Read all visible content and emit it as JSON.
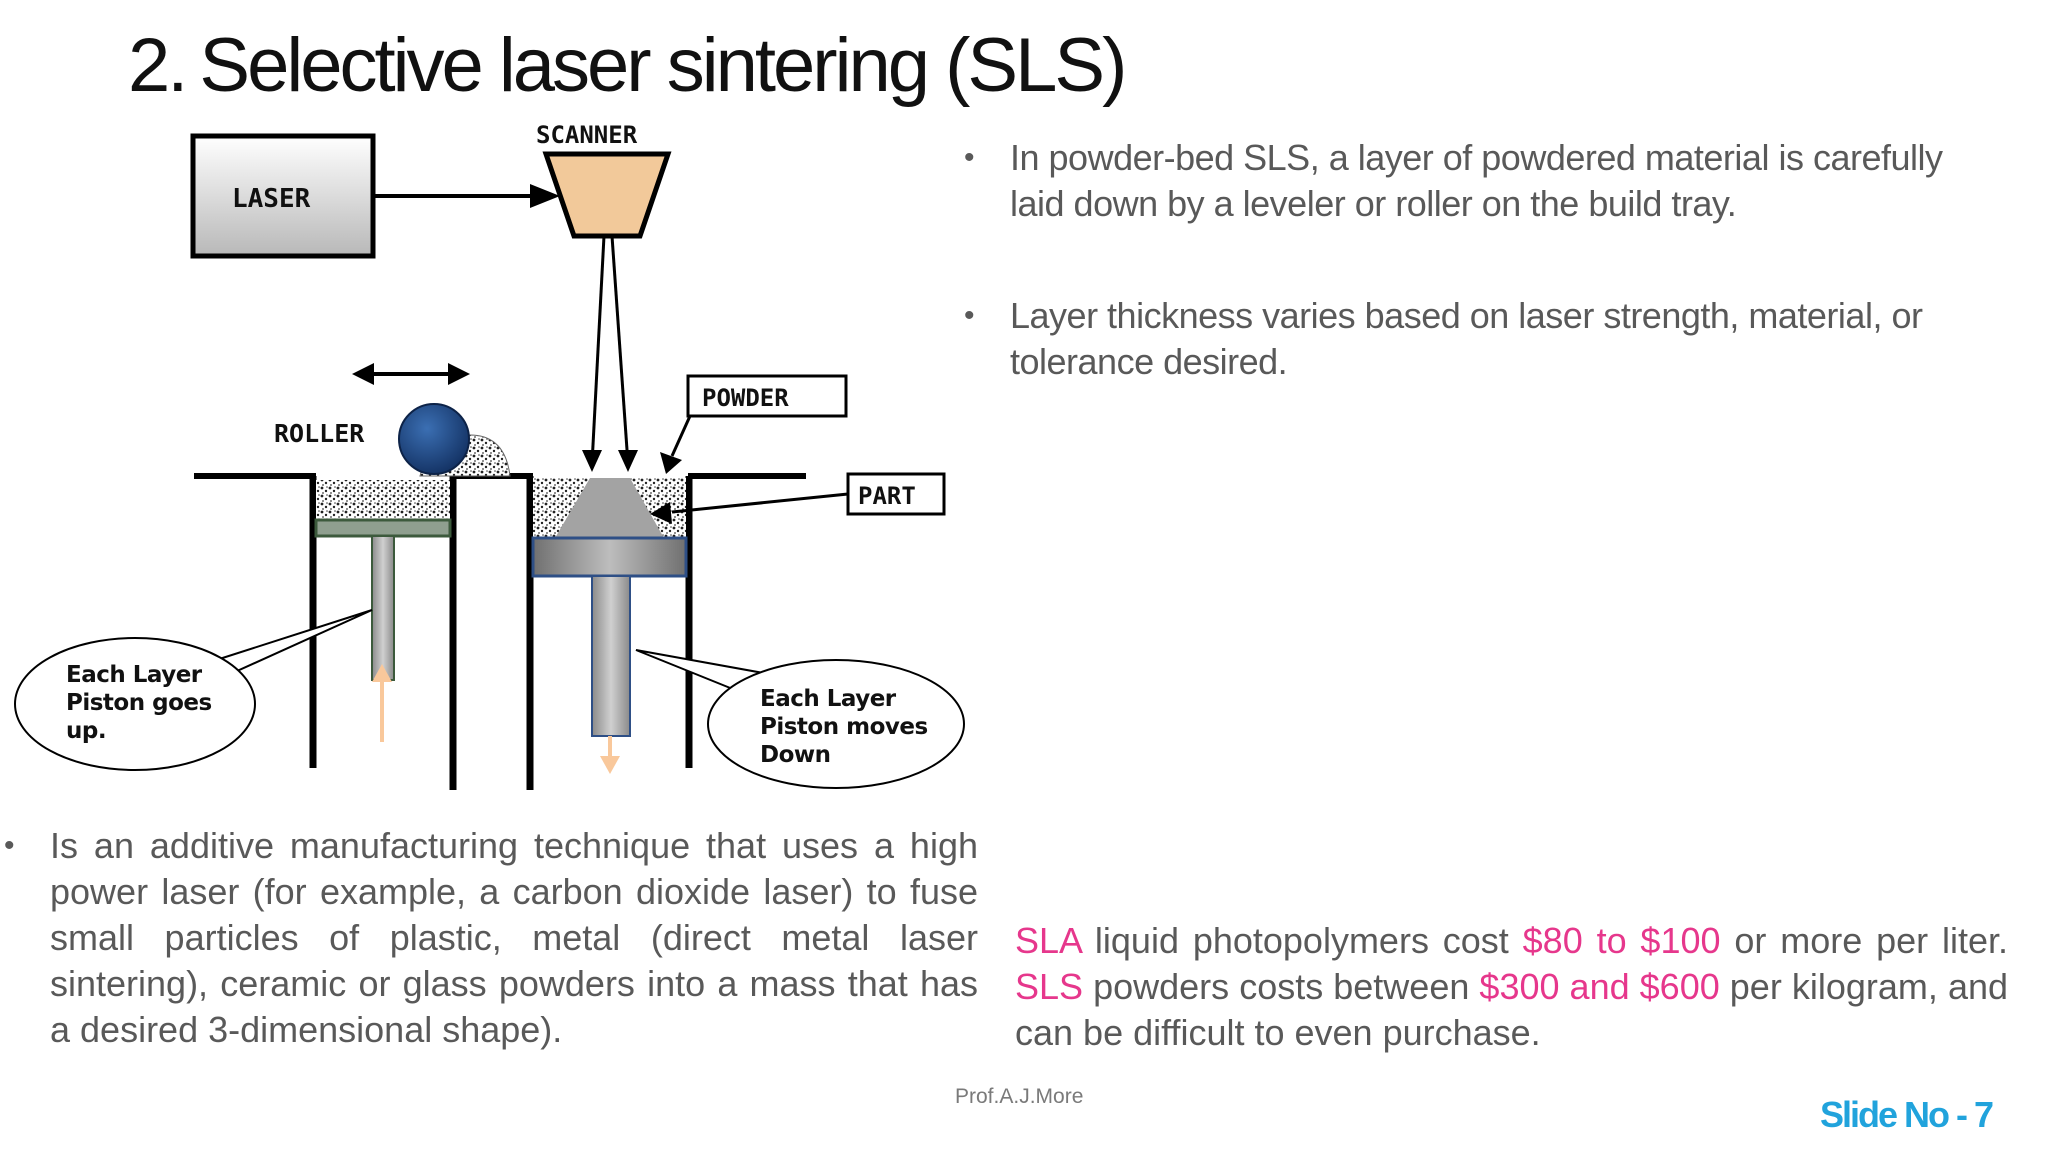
{
  "slide": {
    "title_number": "2.",
    "title_text": "Selective laser sintering (SLS)"
  },
  "diagram": {
    "laser_label": "LASER",
    "scanner_label": "SCANNER",
    "powder_label": "POWDER",
    "part_label": "PART",
    "roller_label": "ROLLER",
    "callout_left": [
      "Each Layer",
      "Piston goes",
      "up."
    ],
    "callout_right": [
      "Each Layer",
      "Piston moves",
      "Down"
    ]
  },
  "bullets_right": [
    "In powder-bed SLS, a layer of powdered material is carefully laid down by a leveler or roller on the build tray.",
    "Layer thickness varies based on laser strength, material, or tolerance desired."
  ],
  "bullet_left": "Is an additive manufacturing technique that uses a high power laser (for example, a carbon dioxide laser) to fuse small particles of plastic, metal (direct metal laser sintering), ceramic or glass powders into a mass that has a desired 3-dimensional shape).",
  "cost": {
    "sla": "SLA",
    "t1": " liquid photopolymers cost ",
    "price1": "$80 to $100",
    "t2": " or more per liter. ",
    "sls": "SLS",
    "t3": " powders costs between ",
    "price2": "$300 and $600",
    "t4": " per kilogram, and can be difficult to even purchase."
  },
  "footer": {
    "author": "Prof.A.J.More",
    "slide_number": "Slide No - 7"
  },
  "bullet_glyph": "•",
  "colors": {
    "accent_pink": "#e6378c",
    "slide_no_blue": "#21a3dc",
    "body_text": "#595959",
    "scanner_fill": "#f2c99a",
    "roller_fill": "#1f4e8c",
    "arrow_peach": "#f9c89b"
  }
}
